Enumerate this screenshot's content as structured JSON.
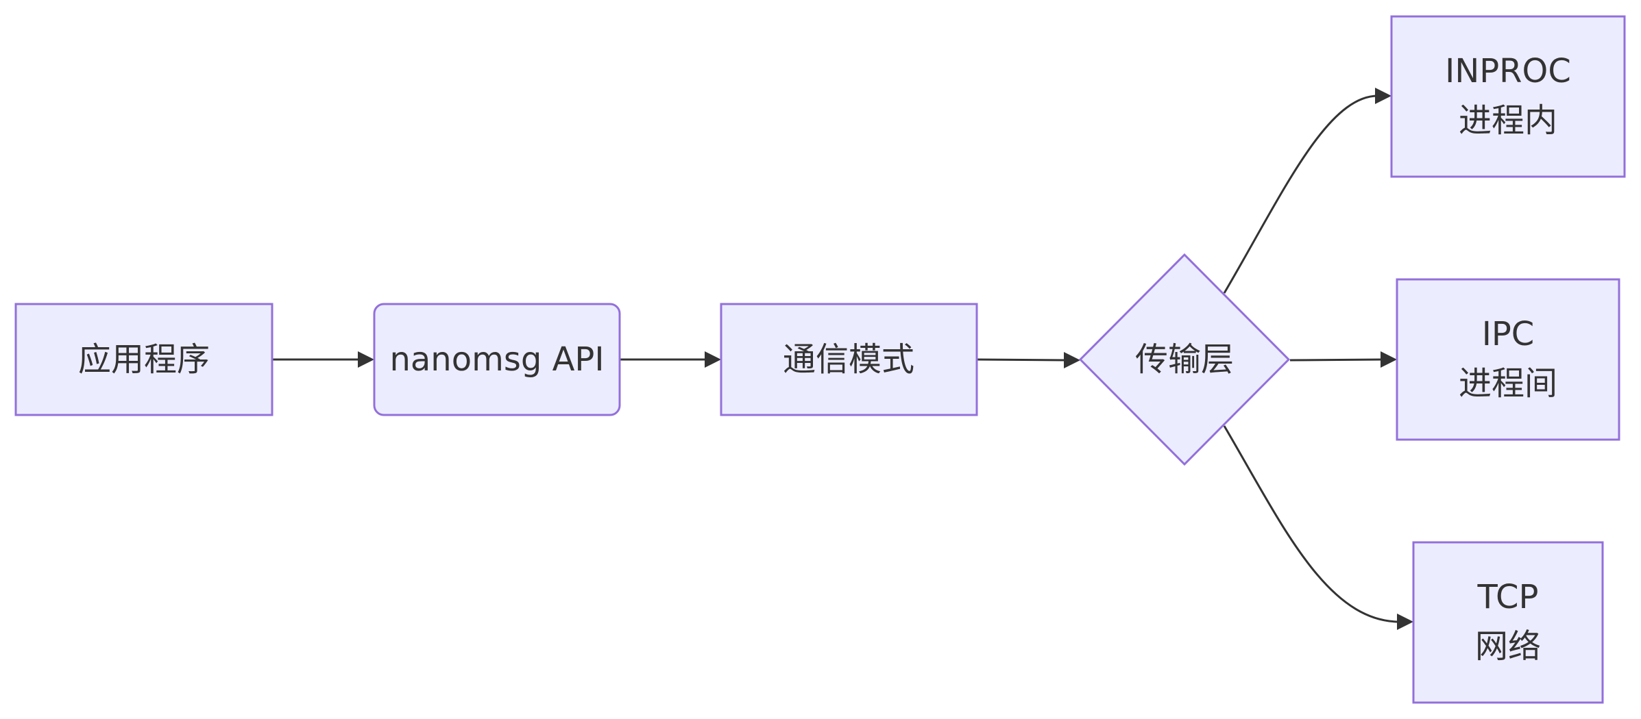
{
  "nodes": {
    "app": {
      "label": "应用程序"
    },
    "api": {
      "label": "nanomsg API"
    },
    "pattern": {
      "label": "通信模式"
    },
    "transport": {
      "label": "传输层"
    },
    "inproc": {
      "line1": "INPROC",
      "line2": "进程内"
    },
    "ipc": {
      "line1": "IPC",
      "line2": "进程间"
    },
    "tcp": {
      "line1": "TCP",
      "line2": "网络"
    }
  },
  "edges": [
    {
      "from": "app",
      "to": "api"
    },
    {
      "from": "api",
      "to": "pattern"
    },
    {
      "from": "pattern",
      "to": "transport"
    },
    {
      "from": "transport",
      "to": "inproc"
    },
    {
      "from": "transport",
      "to": "ipc"
    },
    {
      "from": "transport",
      "to": "tcp"
    }
  ],
  "colors": {
    "node_fill": "#ECECFF",
    "node_stroke": "#9370DB",
    "edge": "#333333",
    "text": "#333333"
  }
}
